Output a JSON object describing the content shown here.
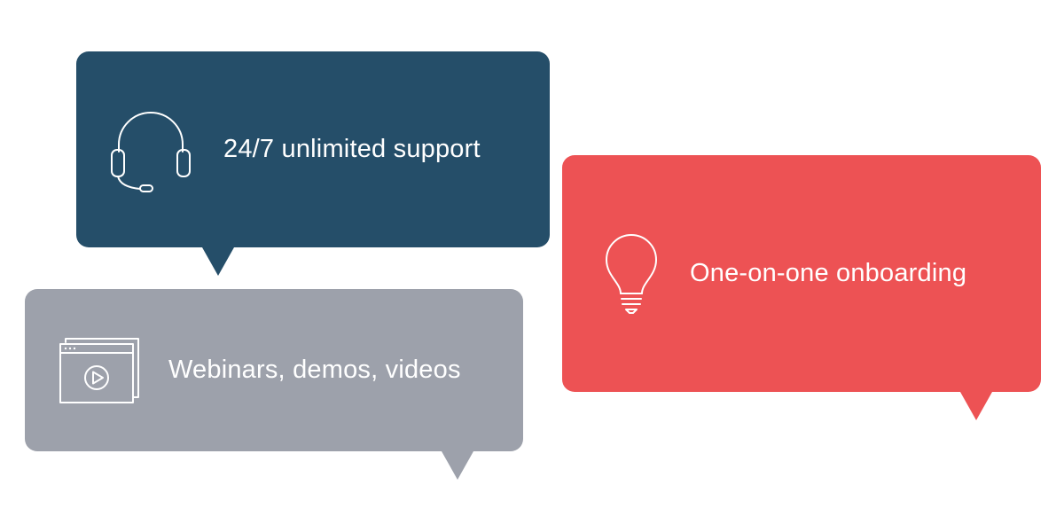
{
  "colors": {
    "support_bubble": "#254e69",
    "webinars_bubble": "#9da1ab",
    "onboarding_bubble": "#ed5254",
    "text": "#ffffff"
  },
  "bubbles": {
    "support": {
      "icon": "headset-icon",
      "label": "24/7 unlimited support"
    },
    "webinars": {
      "icon": "video-window-icon",
      "label": "Webinars, demos, videos"
    },
    "onboarding": {
      "icon": "lightbulb-icon",
      "label": "One-on-one onboarding"
    }
  }
}
